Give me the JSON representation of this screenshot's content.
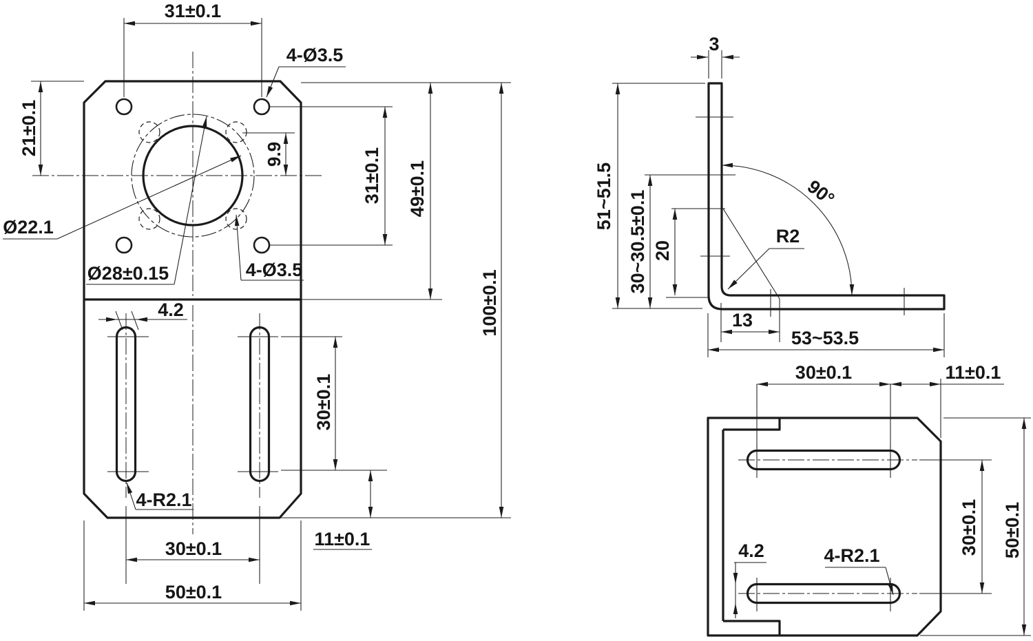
{
  "drawing": {
    "front_view": {
      "dim_hole_spacing_top": "31±0.1",
      "label_holes_top": "4-Ø3.5",
      "dim_edge_to_holes": "21±0.1",
      "dim_bolt_offset": "9.9",
      "label_center_bore": "Ø22.1",
      "label_boss_circle": "Ø28±0.15",
      "label_holes_lower": "4-Ø3.5",
      "dim_hole_spacing_right": "31±0.1",
      "dim_top_to_bend": "49±0.1",
      "dim_overall_height": "100±0.1",
      "dim_slot_width": "4.2",
      "dim_slot_length": "30±0.1",
      "dim_slot_to_edge": "11±0.1",
      "dim_slot_spacing": "30±0.1",
      "dim_overall_width": "50±0.1",
      "label_slot_radius": "4-R2.1"
    },
    "side_view": {
      "dim_thickness": "3",
      "dim_leg_height": "51~51.5",
      "dim_bend_height": "30~30.5±0.1",
      "dim_hole_height": "20",
      "label_bend_radius": "R2",
      "dim_angle": "90°",
      "dim_slot_offset": "13",
      "dim_leg_length": "53~53.5"
    },
    "bottom_view": {
      "dim_slot_length": "30±0.1",
      "dim_slot_to_edge": "11±0.1",
      "dim_slot_spacing": "30±0.1",
      "dim_overall_width": "50±0.1",
      "dim_slot_width": "4.2",
      "label_slot_radius": "4-R2.1"
    }
  }
}
